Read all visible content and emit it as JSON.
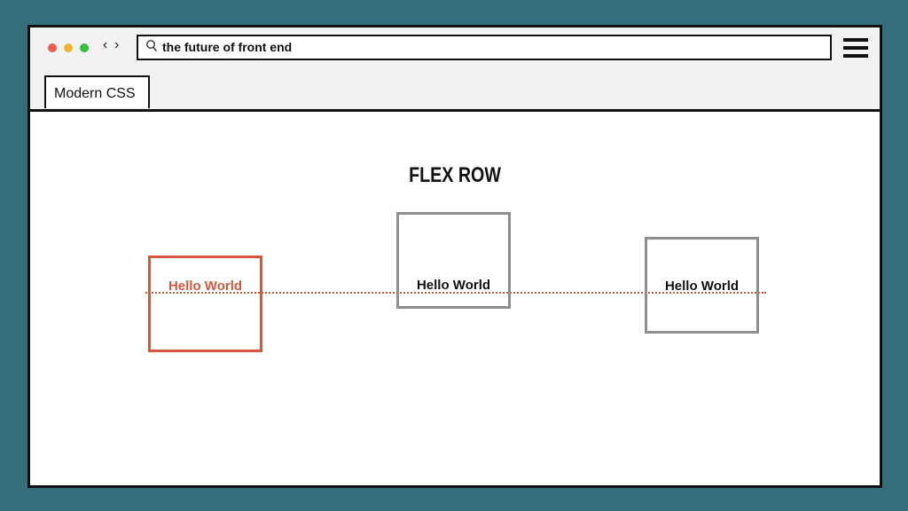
{
  "window": {
    "url": "the future of front end",
    "tab_label": "Modern CSS",
    "nav_back": "‹",
    "nav_forward": "›"
  },
  "page": {
    "heading": "FLEX ROW",
    "items": [
      {
        "label": "Hello World",
        "highlighted": true
      },
      {
        "label": "Hello World",
        "highlighted": false
      },
      {
        "label": "Hello World",
        "highlighted": false
      }
    ]
  },
  "colors": {
    "background": "#346e7a",
    "accent": "#d4583b",
    "box_border": "#8e8e8e",
    "traffic_red": "#ee5a50",
    "traffic_yellow": "#f3b32e",
    "traffic_green": "#2fc142"
  }
}
